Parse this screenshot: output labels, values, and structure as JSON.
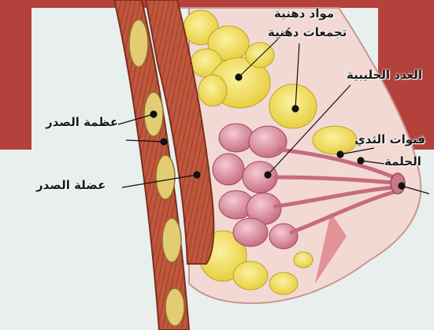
{
  "labels": {
    "fatty_tissue": "مواد دهنية",
    "fat_lobules": "تجمعات دهنية",
    "lobules": "الغدد الحليبية",
    "milk_ducts": "قنوات الثدي",
    "nipple": "الحلمة",
    "rib": "عظمة الصدر",
    "chest_muscle": "عضلة الصدر"
  },
  "colors": {
    "frame_red": "#b5413d",
    "background": "#e9efef",
    "muscle": "#c0563c",
    "muscle_stripe": "#8f3a25",
    "rib_bone": "#e3cc73",
    "fat": "#f2e15c",
    "gland": "#e3a2b2",
    "tissue": "#f3d9d3",
    "leader_line": "#111111"
  }
}
